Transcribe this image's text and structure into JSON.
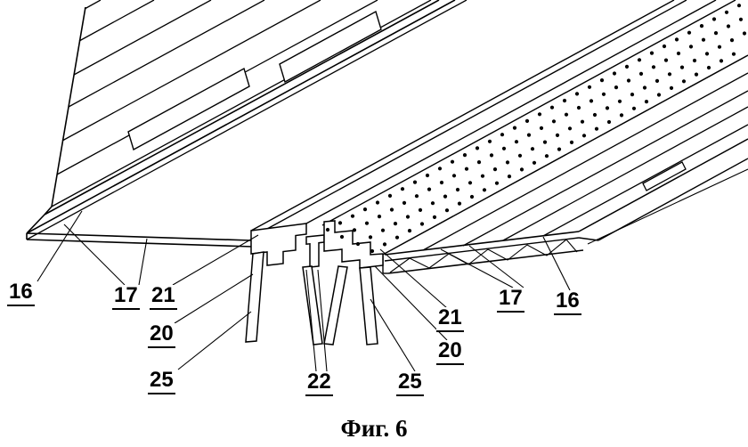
{
  "figure": {
    "caption": "Фиг. 6",
    "labels": [
      {
        "id": "label-16-left",
        "text": "16"
      },
      {
        "id": "label-17-left",
        "text": "17"
      },
      {
        "id": "label-21-left",
        "text": "21"
      },
      {
        "id": "label-20-left",
        "text": "20"
      },
      {
        "id": "label-25-left",
        "text": "25"
      },
      {
        "id": "label-22-center",
        "text": "22"
      },
      {
        "id": "label-25-right",
        "text": "25"
      },
      {
        "id": "label-20-right",
        "text": "20"
      },
      {
        "id": "label-21-right",
        "text": "21"
      },
      {
        "id": "label-17-right",
        "text": "17"
      },
      {
        "id": "label-16-right",
        "text": "16"
      }
    ]
  }
}
